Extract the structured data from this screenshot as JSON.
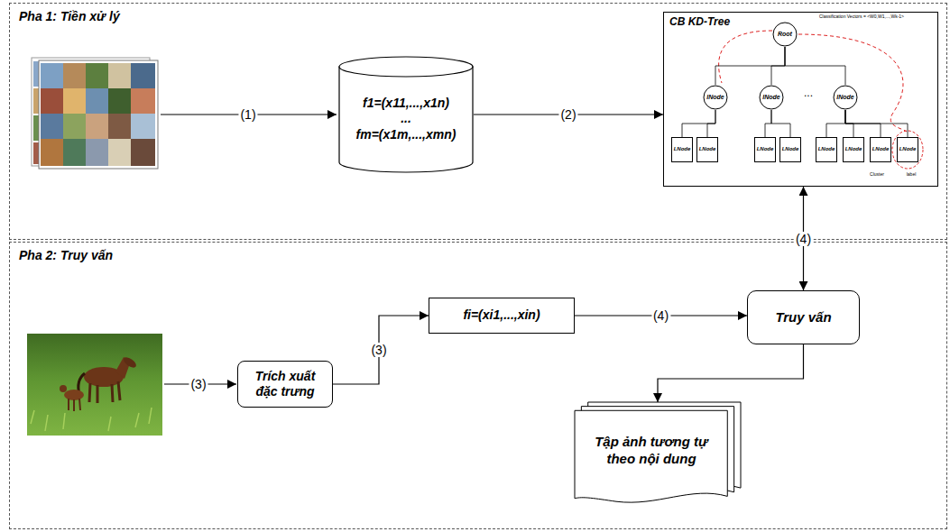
{
  "diagram": {
    "nodes": [
      {
        "text": [
          "Pha 1: Tiền xử lý"
        ]
      },
      {
        "text": [
          "f1=(x11,...,x1n)",
          "...",
          "fm=(x1m,...,xmn)"
        ],
        "in": 0
      },
      {
        "text": [
          "CB KD-Tree"
        ],
        "in": 0
      },
      {
        "text": [
          "Root"
        ],
        "in": 2
      },
      {
        "text": [
          "INode"
        ],
        "in": 2
      },
      {
        "text": [
          "INode"
        ],
        "in": 2
      },
      {
        "text": [
          "INode"
        ],
        "in": 2
      },
      {
        "text": [
          "LNode"
        ],
        "in": 2
      },
      {
        "text": [
          "LNode"
        ],
        "in": 2
      },
      {
        "text": [
          "LNode"
        ],
        "in": 2
      },
      {
        "text": [
          "LNode"
        ],
        "in": 2
      },
      {
        "text": [
          "LNode"
        ],
        "in": 2
      },
      {
        "text": [
          "LNode"
        ],
        "in": 2
      },
      {
        "text": [
          "LNode"
        ],
        "in": 2
      },
      {
        "text": [
          "LNode"
        ],
        "in": 2
      },
      {
        "text": [
          "Pha 2: Truy vấn"
        ]
      },
      {
        "text": [
          "Trích xuất đặc trưng"
        ],
        "in": 15
      },
      {
        "text": [
          "fi=(xi1,...,xin)"
        ],
        "in": 15
      },
      {
        "text": [
          "Truy vấn"
        ],
        "in": 15
      },
      {
        "text": [
          "Tập ảnh tương tự theo nội dung"
        ],
        "in": 15
      }
    ],
    "edges": [
      {
        "from": 1,
        "to": 2,
        "arrow": "to",
        "label": "(2)"
      },
      {
        "from": 3,
        "to": 4,
        "arrow": "none"
      },
      {
        "from": 3,
        "to": 5,
        "arrow": "none"
      },
      {
        "from": 3,
        "to": 6,
        "arrow": "none"
      },
      {
        "from": 4,
        "to": 7,
        "arrow": "none"
      },
      {
        "from": 4,
        "to": 8,
        "arrow": "none"
      },
      {
        "from": 5,
        "to": 9,
        "arrow": "none"
      },
      {
        "from": 5,
        "to": 10,
        "arrow": "none"
      },
      {
        "from": 6,
        "to": 11,
        "arrow": "none"
      },
      {
        "from": 6,
        "to": 12,
        "arrow": "none"
      },
      {
        "from": 6,
        "to": 13,
        "arrow": "none"
      },
      {
        "from": 6,
        "to": 14,
        "arrow": "none"
      },
      {
        "from": 2,
        "to": 18,
        "arrow": "both",
        "label": "(4)"
      },
      {
        "from": 16,
        "to": 17,
        "arrow": "to",
        "label": "(3)"
      },
      {
        "from": 17,
        "to": 18,
        "arrow": "to",
        "label": "(4)"
      },
      {
        "from": 18,
        "to": 19,
        "arrow": "to"
      }
    ],
    "labels": [
      "(1)",
      "(3)",
      "...",
      "Classification Vectors = <W0,W1,...,Wk-1>",
      "Cluster",
      "label"
    ]
  }
}
